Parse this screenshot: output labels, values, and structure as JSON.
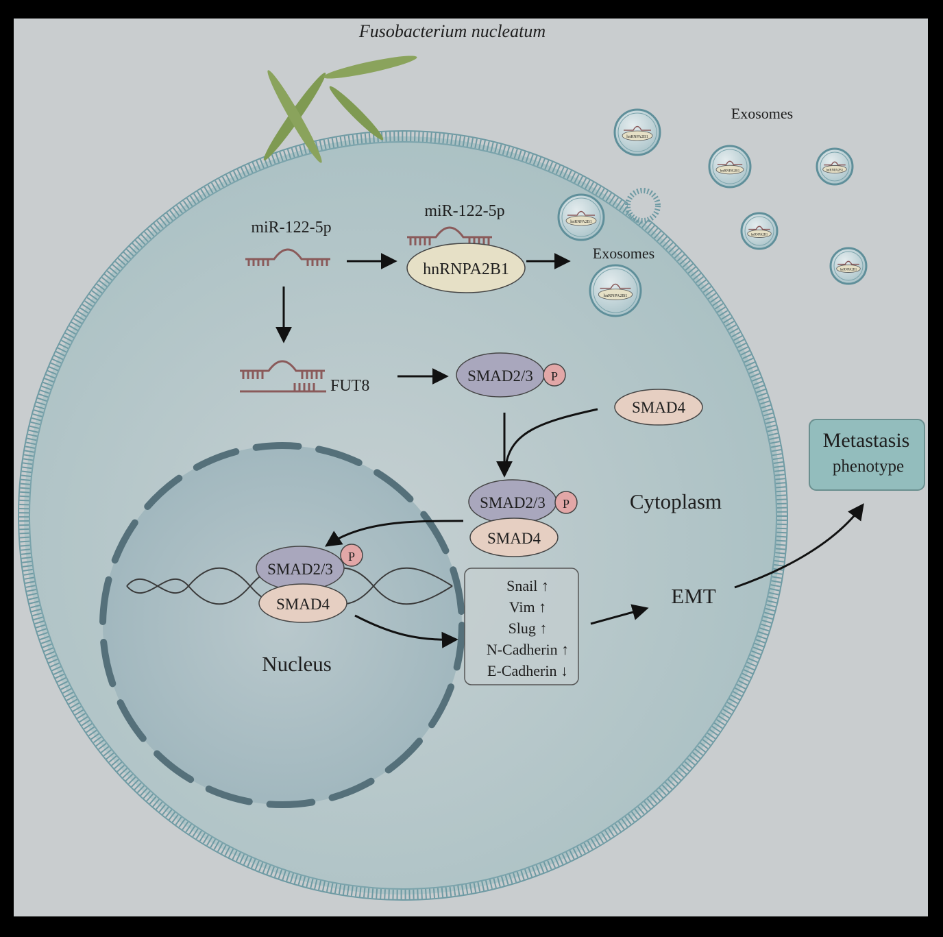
{
  "title": "Fusobacterium nucleatum",
  "labels": {
    "mir_1": "miR-122-5p",
    "mir_2": "miR-122-5p",
    "hnrnpa2b1": "hnRNPA2B1",
    "exosomes_inner": "Exosomes",
    "exosomes_outer": "Exosomes",
    "fut8": "FUT8",
    "smad23_1": "SMAD2/3",
    "smad23_2": "SMAD2/3",
    "smad23_3": "SMAD2/3",
    "p": "P",
    "smad4_1": "SMAD4",
    "smad4_2": "SMAD4",
    "smad4_3": "SMAD4",
    "cytoplasm": "Cytoplasm",
    "nucleus": "Nucleus",
    "emt": "EMT",
    "metastasis_line1": "Metastasis",
    "metastasis_line2": "phenotype",
    "exosome_tag": "hnRNPA2B1"
  },
  "emt_markers": [
    "Snail ↑",
    "Vim ↑",
    "Slug ↑",
    "N-Cadherin ↑",
    "E-Cadherin ↓"
  ],
  "colors": {
    "background": "#c9cdcf",
    "cell_fill": "#afc4c6",
    "membrane": "#5f8f9a",
    "nucleus_fill": "#a9bcc2",
    "nuclear_envelope": "#55707a",
    "bacteria": "#7f9a52",
    "rna": "#8a5a5a",
    "smad23": "#a9a7bd",
    "smad4": "#e6cfc2",
    "hnrnp": "#e6e0c6",
    "phospho": "#e2a7a7",
    "metastasis_box": "#93bdbd"
  }
}
